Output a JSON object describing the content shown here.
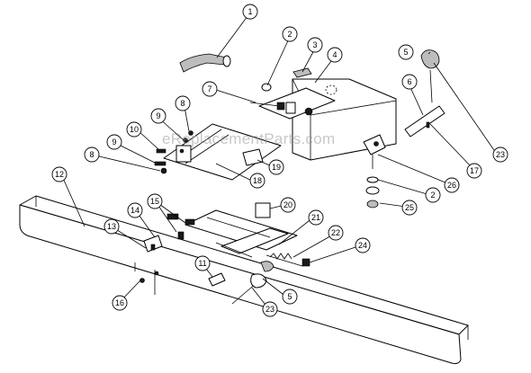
{
  "watermark": "eReplacementParts.com",
  "callouts": [
    {
      "id": "1",
      "label": "1"
    },
    {
      "id": "2a",
      "label": "2"
    },
    {
      "id": "3",
      "label": "3"
    },
    {
      "id": "4",
      "label": "4"
    },
    {
      "id": "5a",
      "label": "5"
    },
    {
      "id": "6",
      "label": "6"
    },
    {
      "id": "7",
      "label": "7"
    },
    {
      "id": "8a",
      "label": "8"
    },
    {
      "id": "9a",
      "label": "9"
    },
    {
      "id": "10",
      "label": "10"
    },
    {
      "id": "9b",
      "label": "9"
    },
    {
      "id": "8b",
      "label": "8"
    },
    {
      "id": "23a",
      "label": "23"
    },
    {
      "id": "17",
      "label": "17"
    },
    {
      "id": "19",
      "label": "19"
    },
    {
      "id": "18",
      "label": "18"
    },
    {
      "id": "26",
      "label": "26"
    },
    {
      "id": "2b",
      "label": "2"
    },
    {
      "id": "25",
      "label": "25"
    },
    {
      "id": "12",
      "label": "12"
    },
    {
      "id": "20",
      "label": "20"
    },
    {
      "id": "15",
      "label": "15"
    },
    {
      "id": "14",
      "label": "14"
    },
    {
      "id": "13",
      "label": "13"
    },
    {
      "id": "21",
      "label": "21"
    },
    {
      "id": "22",
      "label": "22"
    },
    {
      "id": "24",
      "label": "24"
    },
    {
      "id": "11",
      "label": "11"
    },
    {
      "id": "5b",
      "label": "5"
    },
    {
      "id": "16",
      "label": "16"
    },
    {
      "id": "23b",
      "label": "23"
    }
  ]
}
